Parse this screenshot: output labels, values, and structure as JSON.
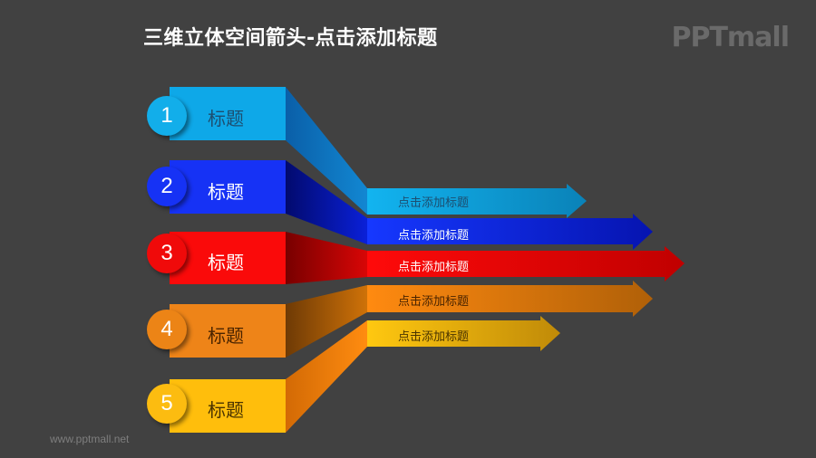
{
  "title": "三维立体空间箭头-点击添加标题",
  "logo": "PPTmall",
  "footer": "www.pptmall.net",
  "items": [
    {
      "number": "1",
      "label": "标题",
      "arrow_text": "点击添加标题",
      "color": "#0EA8E8",
      "dark": "#0a6fb0",
      "label_color": "#1d4e70",
      "arrow_text_color": "#1d4e70"
    },
    {
      "number": "2",
      "label": "标题",
      "arrow_text": "点击添加标题",
      "color": "#1632F5",
      "dark": "#05108a",
      "label_color": "#ffffff",
      "arrow_text_color": "#ffffff"
    },
    {
      "number": "3",
      "label": "标题",
      "arrow_text": "点击添加标题",
      "color": "#FA0A0A",
      "dark": "#8a0000",
      "label_color": "#ffffff",
      "arrow_text_color": "#ffffff"
    },
    {
      "number": "4",
      "label": "标题",
      "arrow_text": "点击添加标题",
      "color": "#EE8418",
      "dark": "#8a4a05",
      "label_color": "#4a2400",
      "arrow_text_color": "#4a2400"
    },
    {
      "number": "5",
      "label": "标题",
      "arrow_text": "点击添加标题",
      "color": "#FFBE0C",
      "dark": "#e07a05",
      "label_color": "#4a3400",
      "arrow_text_color": "#4a3400"
    }
  ]
}
